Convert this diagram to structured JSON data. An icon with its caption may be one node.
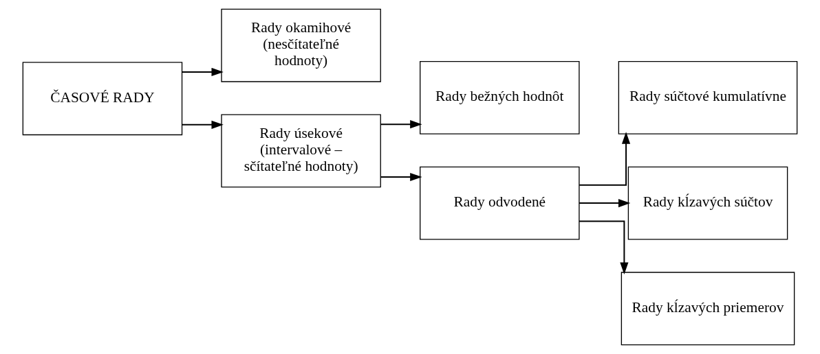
{
  "diagram": {
    "nodes": [
      {
        "text": [
          "ČASOVÉ RADY"
        ]
      },
      {
        "text": [
          "Rady okamihové (nesčítateľné hodnoty)"
        ]
      },
      {
        "text": [
          "Rady úsekové (intervalové – sčítateľné hodnoty)"
        ]
      },
      {
        "text": [
          "Rady bežných hodnôt"
        ]
      },
      {
        "text": [
          "Rady odvodené"
        ]
      },
      {
        "text": [
          "Rady súčtové kumulatívne"
        ]
      },
      {
        "text": [
          "Rady kĺzavých súčtov"
        ]
      },
      {
        "text": [
          "Rady kĺzavých priemerov"
        ]
      }
    ],
    "edges": [
      {
        "from": 0,
        "to": 1,
        "arrow": "to"
      },
      {
        "from": 0,
        "to": 2,
        "arrow": "to"
      },
      {
        "from": 2,
        "to": 3,
        "arrow": "to"
      },
      {
        "from": 2,
        "to": 4,
        "arrow": "to"
      },
      {
        "from": 4,
        "to": 5,
        "arrow": "to"
      },
      {
        "from": 4,
        "to": 6,
        "arrow": "to"
      },
      {
        "from": 4,
        "to": 7,
        "arrow": "to"
      }
    ]
  }
}
